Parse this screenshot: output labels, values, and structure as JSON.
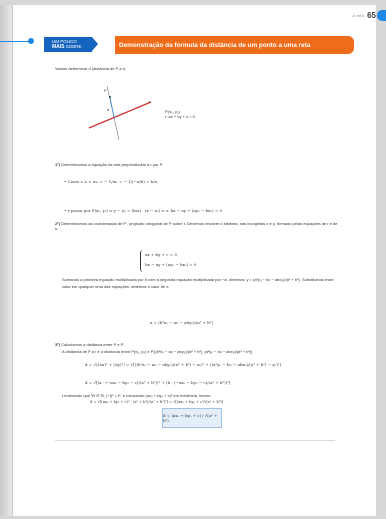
{
  "running_head": "A reta",
  "page_number": "65",
  "section_tag": {
    "line1": "UM POUCO",
    "line2_bold": "MAIS",
    "line2_rest": "SOBRE"
  },
  "heading": "Demonstração da fórmula da distância de um ponto a uma reta",
  "intro": "Vamos determinar d (distância de P a r).",
  "diagram": {
    "label_p": "P",
    "label_d": "d",
    "label_r": "r",
    "point": "P(x₀, y₀)",
    "line_eq": "r: ax + by + c = 0"
  },
  "steps": [
    {
      "num": "1º)",
      "text": "Determinamos a equação da reta perpendicular a r por P.",
      "sub1": "• Como s ⊥ r, mₛ = − 1/mᵣ = − 1/(−a/b) = b/a.",
      "sub2": "• s passa por P(x₀, y₀) ⇒ y − y₀ = (b/a) · (x − x₀) ⇒ s: bx − ay + (ay₀ − bx₀) = 0"
    },
    {
      "num": "2º)",
      "text": "Determinamos as coordenadas de P', projeção ortogonal de P sobre r. Devemos resolver o sistema, nas incógnitas x e y, formado pelas equações de r e de s:",
      "sys1": "ax + by + c = 0",
      "sys2": "bx − ay + (ay₀ − bx₀) = 0",
      "text2": "Somando a primeira equação multiplicada por b com a segunda equação multiplicada por −a, obtemos: y = (a²y₀ − bc − abx₀)/(a² + b²). Substituindo esse valor em qualquer uma das equações, obtemos o valor de x:",
      "x_value": "x = (b²x₀ − ac − aby₀)/(a² + b²)"
    },
    {
      "num": "3º)",
      "text": "Calculamos a distância entre P e P'.",
      "text_b": "A distância de P a r é a distância entre P(x₀, y₀) e P'((b²x₀ − ac − aby₀)/(a² + b²), (a²y₀ − bc − abx₀)/(a² + b²))",
      "d1": "d = √((Δx)² + (Δy)²) = √[((b²x₀ − ac − aby₀)/(a² + b²) − x₀)² + ((a²y₀ − bc − abx₀)/(a² + b²) − y₀)²]",
      "d2": "d = √[(a · (−ax₀ − by₀ − c)/(a² + b²))² + (b · (−ax₀ − by₀ − c)/(a² + b²))²]",
      "text3": "Lembrando que ∀t ∈ ℝ, (−t)² = t², e colocando (ax₀ + by₀ + c)² em evidência, temos:",
      "d3": "d = √[(ax₀ + by₀ + c)² · (a² + b²)/(a² + b²)²] = √[(ax₀ + by₀ + c)²/(a² + b²)]",
      "final": "d = |ax₀ + by₀ + c| / √(a² + b²)"
    }
  ],
  "colors": {
    "orange": "#ef6c1a",
    "blue": "#1565c0",
    "accent_blue": "#1e88e5",
    "red_line": "#d32f2f"
  }
}
